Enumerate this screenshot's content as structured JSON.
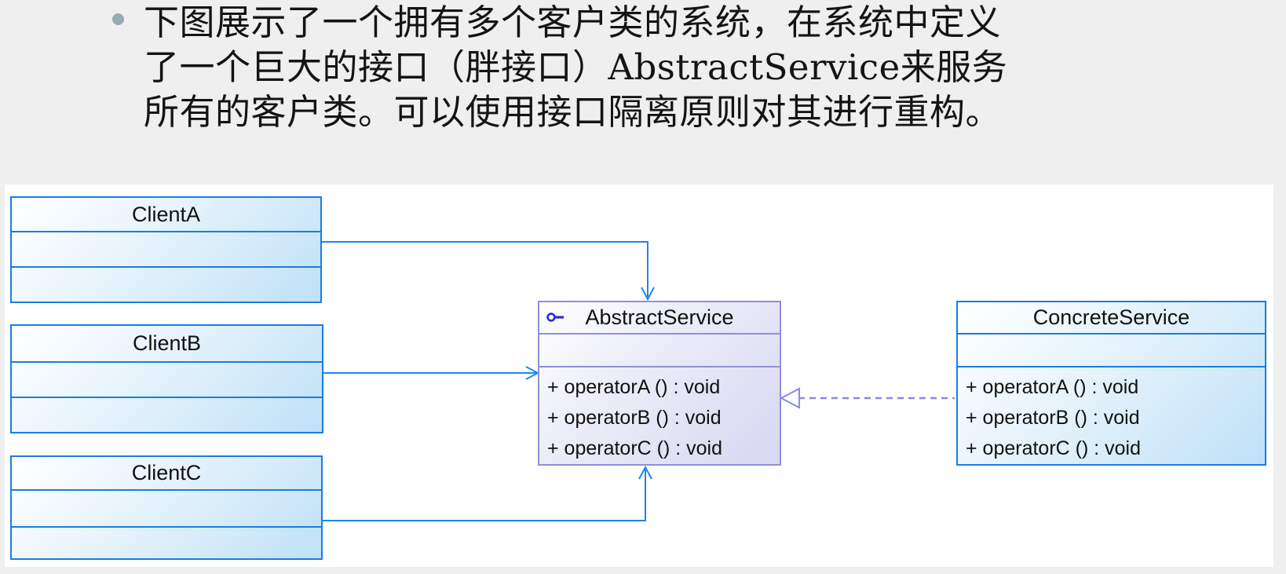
{
  "slide": {
    "bullet_color": "#97abb2",
    "background": "#efefef",
    "text_lines": [
      "下图展示了一个拥有多个客户类的系统，在系统中定义",
      "了一个巨大的接口（胖接口）AbstractService来服务",
      "所有的客户类。可以使用接口隔离原则对其进行重构。"
    ]
  },
  "diagram": {
    "background": "#ffffff",
    "colors": {
      "class_border": "#1a7de0",
      "class_fill_end": "#bfe1f7",
      "interface_border": "#8f8fd8",
      "interface_fill_end": "#d7d7f2",
      "association_line": "#1d86f0",
      "realization_line": "#8a8ae4",
      "interface_icon": "#2b2bd0"
    },
    "classes": {
      "clientA": {
        "name": "ClientA"
      },
      "clientB": {
        "name": "ClientB"
      },
      "clientC": {
        "name": "ClientC"
      },
      "abstractService": {
        "name": "AbstractService",
        "icon": "interface-lollipop-icon",
        "operations": [
          "+ operatorA () : void",
          "+ operatorB () : void",
          "+ operatorC () : void"
        ]
      },
      "concreteService": {
        "name": "ConcreteService",
        "operations": [
          "+ operatorA () : void",
          "+ operatorB () : void",
          "+ operatorC () : void"
        ]
      }
    },
    "relations": [
      {
        "from": "ClientA",
        "to": "AbstractService",
        "type": "association"
      },
      {
        "from": "ClientB",
        "to": "AbstractService",
        "type": "association"
      },
      {
        "from": "ClientC",
        "to": "AbstractService",
        "type": "association"
      },
      {
        "from": "ConcreteService",
        "to": "AbstractService",
        "type": "realization"
      }
    ]
  }
}
